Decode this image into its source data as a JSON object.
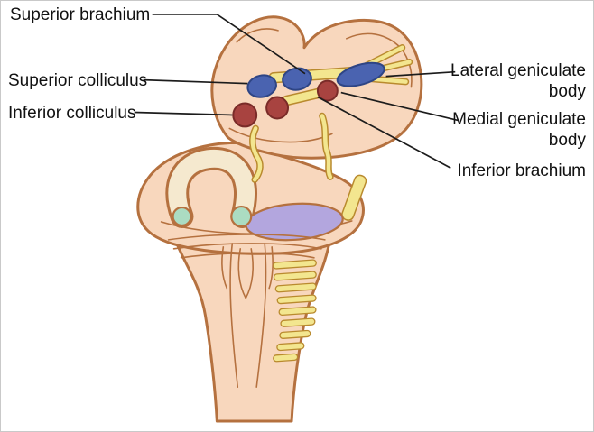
{
  "labels": {
    "superior_brachium": "Superior brachium",
    "superior_colliculus": "Superior colliculus",
    "inferior_colliculus": "Inferior colliculus",
    "lateral_geniculate_body": "Lateral geniculate body",
    "medial_geniculate_body": "Medial geniculate body",
    "inferior_brachium": "Inferior brachium"
  },
  "colors": {
    "tissue_peach": "#f8d7bd",
    "outline_brown": "#b5713f",
    "structure_blue": "#4a63b0",
    "structure_dark_red": "#a84340",
    "fiber_yellow": "#f3e68f",
    "fiber_yellow_outline": "#b98a2e",
    "peduncle_green": "#abdcc2",
    "peduncle_lavender": "#b3a6de",
    "tract_cream": "#f5e9cf",
    "label_text": "#111111",
    "leader_line": "#1c1c1c"
  }
}
